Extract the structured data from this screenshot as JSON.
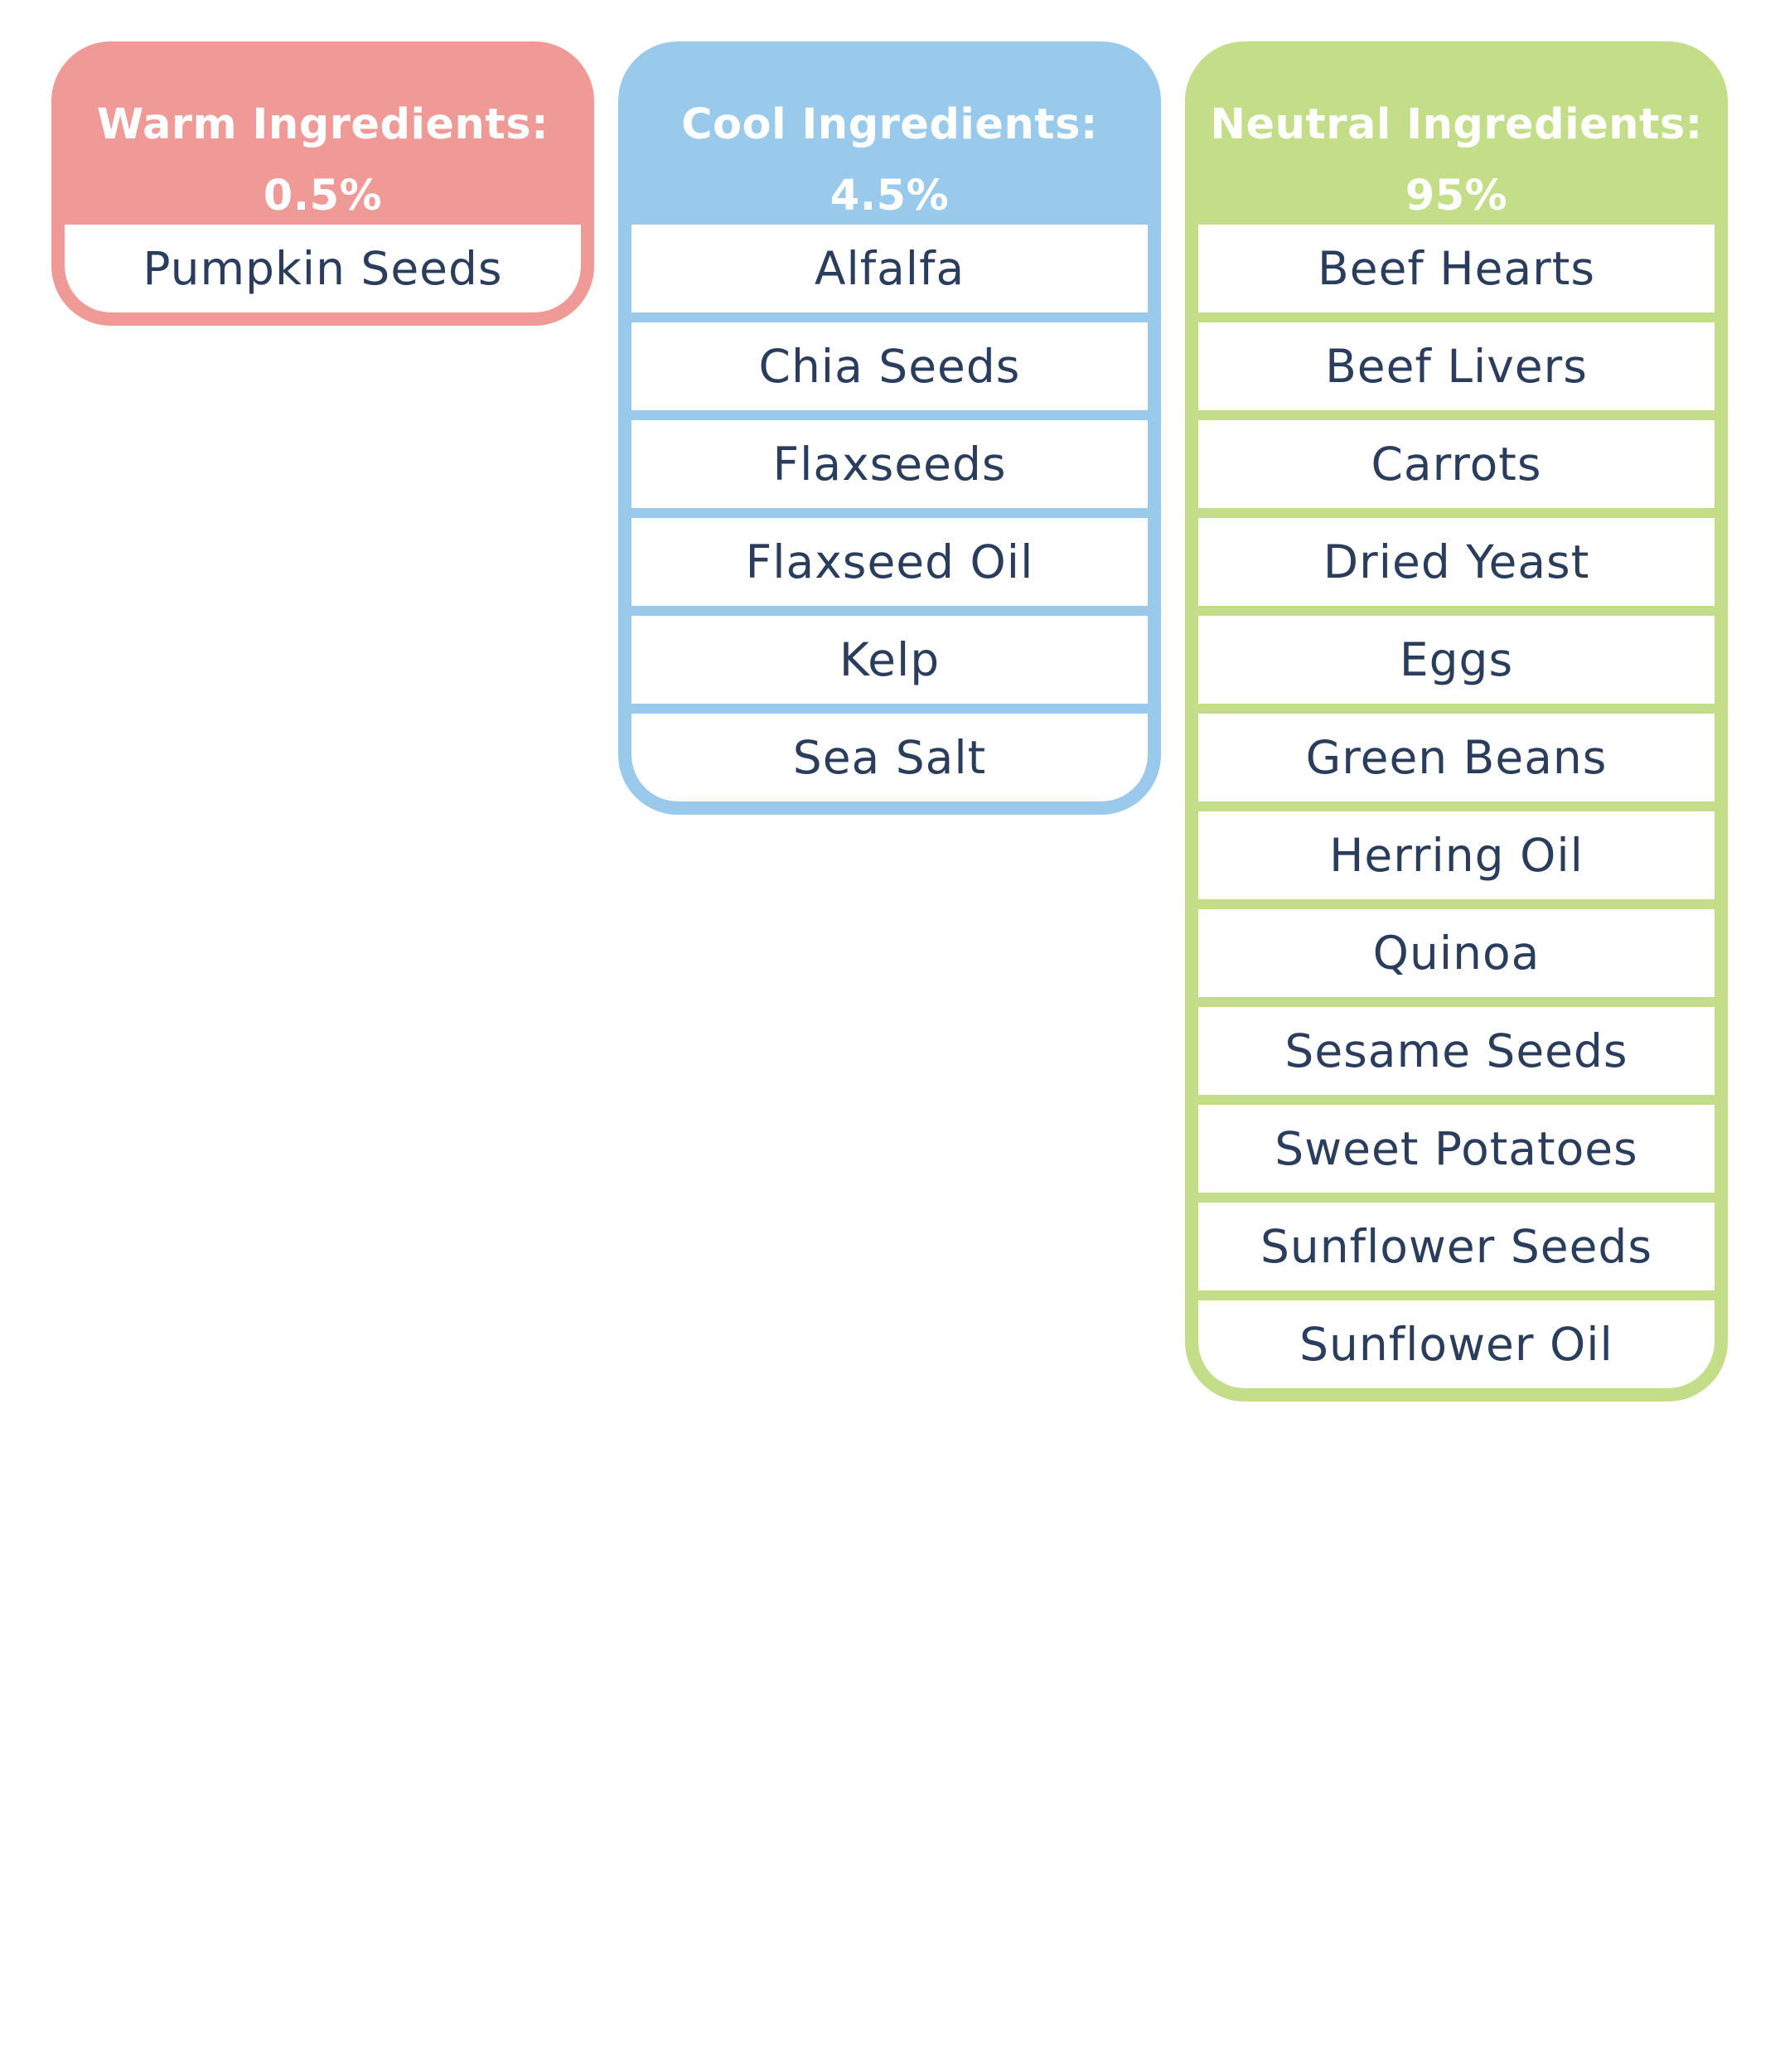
{
  "groups": [
    {
      "title": "Warm Ingredients:",
      "percent": "0.5%",
      "color": "#f09a97",
      "items": [
        "Pumpkin Seeds"
      ]
    },
    {
      "title": "Cool Ingredients:",
      "percent": "4.5%",
      "color": "#99caec",
      "items": [
        "Alfalfa",
        "Chia Seeds",
        "Flaxseeds",
        "Flaxseed Oil",
        "Kelp",
        "Sea Salt"
      ]
    },
    {
      "title": "Neutral Ingredients:",
      "percent": "95%",
      "color": "#c3dd88",
      "items": [
        "Beef Hearts",
        "Beef Livers",
        "Carrots",
        "Dried Yeast",
        "Eggs",
        "Green Beans",
        "Herring Oil",
        "Quinoa",
        "Sesame Seeds",
        "Sweet Potatoes",
        "Sunflower Seeds",
        "Sunflower Oil"
      ]
    }
  ]
}
